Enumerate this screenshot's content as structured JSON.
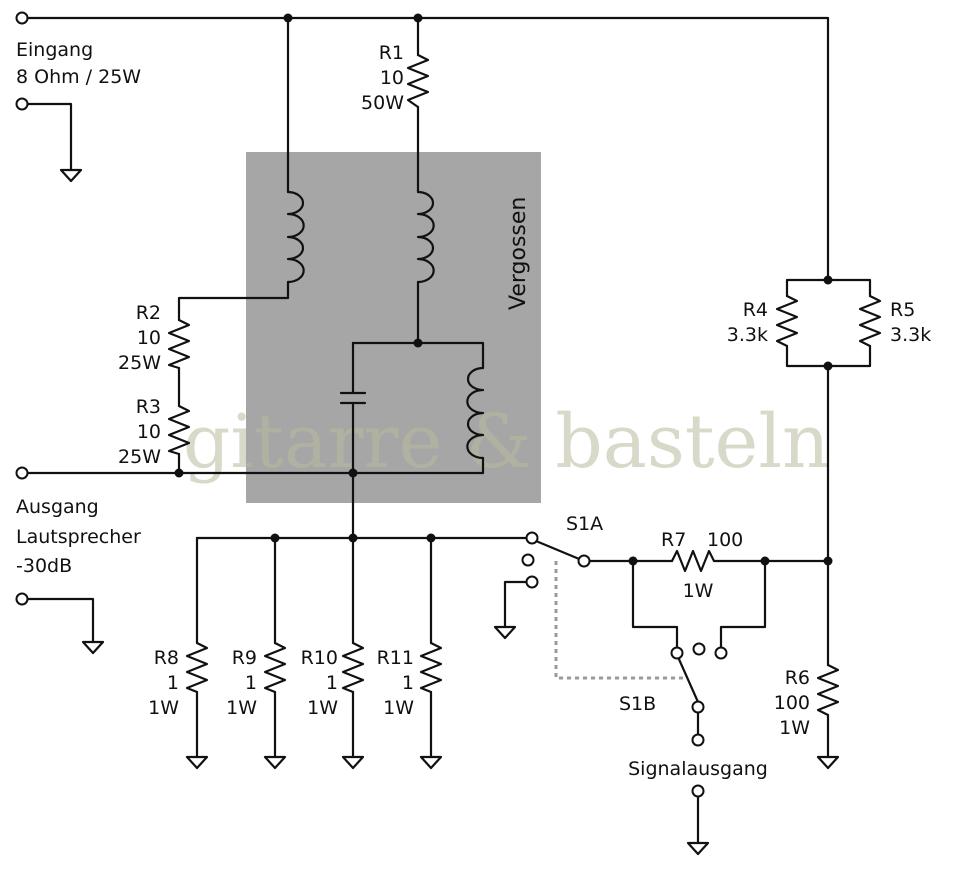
{
  "colors": {
    "wire": "#111111",
    "potted_area": "#a6a6a6",
    "watermark": "#b9b99c",
    "background": "#ffffff"
  },
  "labels": {
    "input_line1": "Eingang",
    "input_line2": "8 Ohm / 25W",
    "output_line1": "Ausgang",
    "output_line2": "Lautsprecher",
    "output_line3": "-30dB",
    "potted": "Vergossen",
    "signal_out": "Signalausgang",
    "s1a": "S1A",
    "s1b": "S1B",
    "watermark": "gitarre & basteln"
  },
  "components": {
    "r1": {
      "name": "R1",
      "value": "10",
      "power": "50W"
    },
    "r2": {
      "name": "R2",
      "value": "10",
      "power": "25W"
    },
    "r3": {
      "name": "R3",
      "value": "10",
      "power": "25W"
    },
    "r4": {
      "name": "R4",
      "value": "3.3k"
    },
    "r5": {
      "name": "R5",
      "value": "3.3k"
    },
    "r6": {
      "name": "R6",
      "value": "100",
      "power": "1W"
    },
    "r7": {
      "name": "R7",
      "value": "100",
      "power": "1W"
    },
    "r8": {
      "name": "R8",
      "value": "1",
      "power": "1W"
    },
    "r9": {
      "name": "R9",
      "value": "1",
      "power": "1W"
    },
    "r10": {
      "name": "R10",
      "value": "1",
      "power": "1W"
    },
    "r11": {
      "name": "R11",
      "value": "1",
      "power": "1W"
    }
  }
}
